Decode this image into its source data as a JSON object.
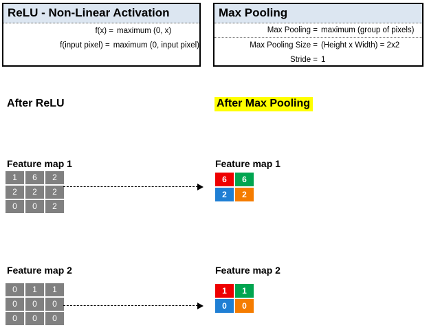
{
  "relu_box": {
    "title": "ReLU - Non-Linear Activation",
    "rows": [
      {
        "label": "f(x) =",
        "value": "maximum (0, x)"
      },
      {
        "label": "f(input pixel) =",
        "value": "maximum (0, input pixel)"
      }
    ]
  },
  "pooling_box": {
    "title": "Max Pooling",
    "rows": [
      {
        "label": "Max Pooling  =",
        "value": "maximum (group of pixels)"
      },
      {
        "label": "Max Pooling Size =",
        "value": "(Height x Width) = 2x2"
      },
      {
        "label": "Stride =",
        "value": "1"
      }
    ]
  },
  "headings": {
    "after_relu": "After ReLU",
    "after_max_pooling": "After Max Pooling",
    "highlight_color": "#ffff00"
  },
  "colors": {
    "source_cell": "#808080",
    "red": "#ee0000",
    "green": "#00a550",
    "blue": "#1f7fd4",
    "orange": "#f57c00",
    "header_band": "#dce6f1"
  },
  "feature_maps": [
    {
      "label_left": "Feature map 1",
      "label_right": "Feature map 1",
      "source": {
        "rows": 3,
        "cols": 3,
        "values": [
          [
            "1",
            "6",
            "2"
          ],
          [
            "2",
            "2",
            "2"
          ],
          [
            "0",
            "0",
            "2"
          ]
        ]
      },
      "output": {
        "rows": 2,
        "cols": 2,
        "values": [
          [
            "6",
            "6"
          ],
          [
            "2",
            "2"
          ]
        ],
        "cell_colors": [
          [
            "red",
            "green"
          ],
          [
            "blue",
            "orange"
          ]
        ]
      }
    },
    {
      "label_left": "Feature map 2",
      "label_right": "Feature map 2",
      "source": {
        "rows": 3,
        "cols": 3,
        "values": [
          [
            "0",
            "1",
            "1"
          ],
          [
            "0",
            "0",
            "0"
          ],
          [
            "0",
            "0",
            "0"
          ]
        ]
      },
      "output": {
        "rows": 2,
        "cols": 2,
        "values": [
          [
            "1",
            "1"
          ],
          [
            "0",
            "0"
          ]
        ],
        "cell_colors": [
          [
            "red",
            "green"
          ],
          [
            "blue",
            "orange"
          ]
        ]
      }
    }
  ]
}
